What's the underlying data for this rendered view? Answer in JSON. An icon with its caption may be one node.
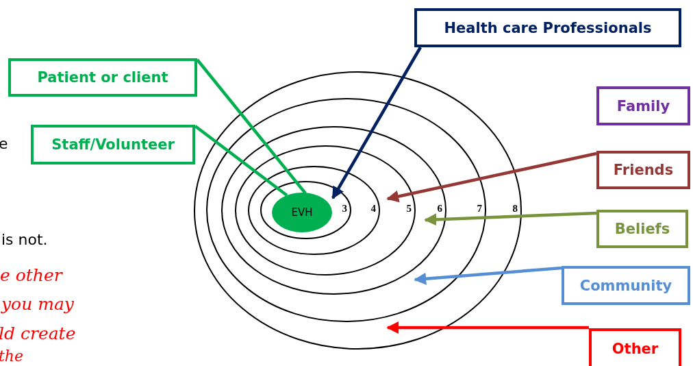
{
  "diagram": {
    "nodes": [
      {
        "text": [
          "Health care Professionals"
        ]
      },
      {
        "text": [
          "Patient or client"
        ]
      },
      {
        "text": [
          "Staff/Volunteer"
        ]
      },
      {
        "text": [
          "Family"
        ]
      },
      {
        "text": [
          "8"
        ]
      },
      {
        "text": [
          "7"
        ],
        "in": 4
      },
      {
        "text": [
          "6"
        ],
        "in": 5
      },
      {
        "text": [
          "5"
        ],
        "in": 6
      },
      {
        "text": [
          "4"
        ],
        "in": 7
      },
      {
        "text": [
          "3"
        ],
        "in": 8
      },
      {
        "text": [
          "EVH"
        ],
        "in": 9
      },
      {
        "text": [
          "Friends"
        ]
      },
      {
        "text": [
          "Beliefs"
        ]
      },
      {
        "text": [
          "Community"
        ]
      },
      {
        "text": [
          "Other"
        ]
      }
    ],
    "edges": [
      {
        "from": 1,
        "to": 10,
        "arrow": "none",
        "color": "#00b050"
      },
      {
        "from": 2,
        "to": 10,
        "arrow": "none",
        "color": "#00b050"
      },
      {
        "from": 0,
        "to": 9,
        "arrow": "to",
        "color": "#002060"
      },
      {
        "from": 11,
        "to": 7,
        "arrow": "to",
        "color": "#953735"
      },
      {
        "from": 12,
        "to": 6,
        "arrow": "to",
        "color": "#77933c"
      },
      {
        "from": 13,
        "to": 5,
        "arrow": "to",
        "color": "#558ed5"
      },
      {
        "from": 14,
        "to": 4,
        "arrow": "to",
        "color": "#ff0000"
      }
    ],
    "labels": [
      "e",
      "is not.",
      "e other",
      "you may",
      "ld create",
      "the"
    ]
  }
}
